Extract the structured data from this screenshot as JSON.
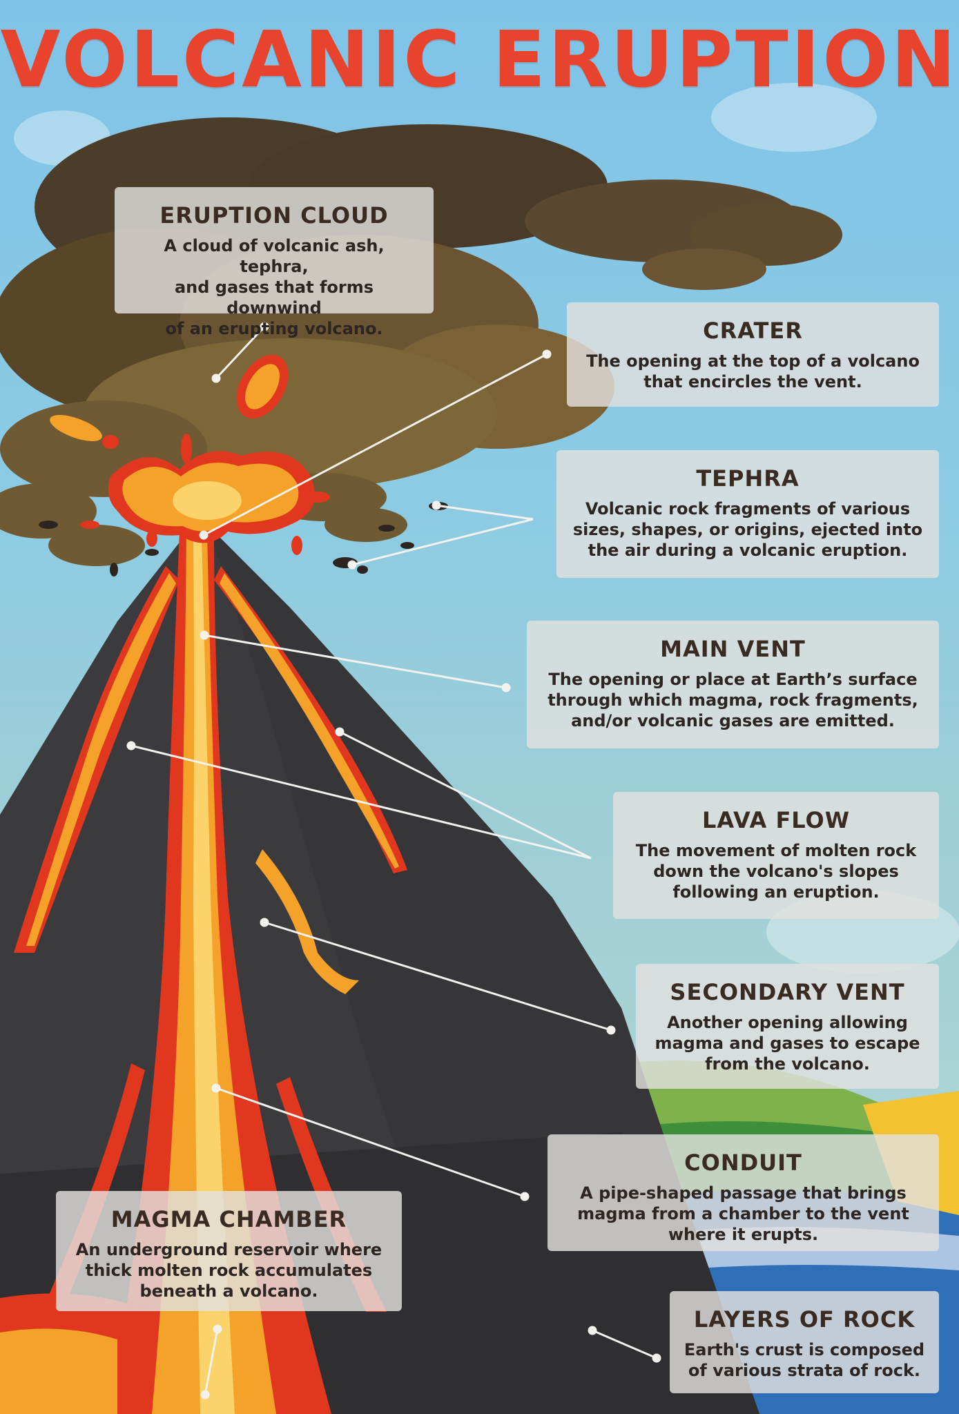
{
  "title": "VOLCANIC ERUPTION",
  "colors": {
    "title": "#e8432c",
    "sky": "#86c7e6",
    "rock": "#3a3a3c",
    "lava_orange": "#f4a229",
    "lava_red": "#e2371f",
    "ash": "#5e4a2f",
    "label_bg": "#e2e0de"
  },
  "labels": {
    "eruption_cloud": {
      "title": "ERUPTION CLOUD",
      "desc": "A cloud of volcanic ash, tephra,\nand gases that forms downwind\nof an erupting volcano."
    },
    "crater": {
      "title": "CRATER",
      "desc": "The opening at the top of a volcano\nthat encircles the vent."
    },
    "tephra": {
      "title": "TEPHRA",
      "desc": "Volcanic rock fragments of various\nsizes, shapes, or origins, ejected into\nthe air during a volcanic eruption."
    },
    "main_vent": {
      "title": "MAIN VENT",
      "desc": "The opening or place at Earth’s surface\nthrough which magma, rock fragments,\nand/or volcanic gases are emitted."
    },
    "lava_flow": {
      "title": "LAVA FLOW",
      "desc": "The movement of molten rock\ndown the volcano's slopes\nfollowing an eruption."
    },
    "secondary_vent": {
      "title": "SECONDARY VENT",
      "desc": "Another opening allowing\nmagma and gases to escape\nfrom the volcano."
    },
    "conduit": {
      "title": "CONDUIT",
      "desc": "A pipe-shaped passage that brings\nmagma from a chamber to the vent\nwhere it erupts."
    },
    "magma_chamber": {
      "title": "MAGMA CHAMBER",
      "desc": "An underground reservoir where\nthick molten rock accumulates\nbeneath a volcano."
    },
    "layers_of_rock": {
      "title": "LAYERS OF ROCK",
      "desc": "Earth's crust is composed\nof various strata of rock."
    }
  }
}
